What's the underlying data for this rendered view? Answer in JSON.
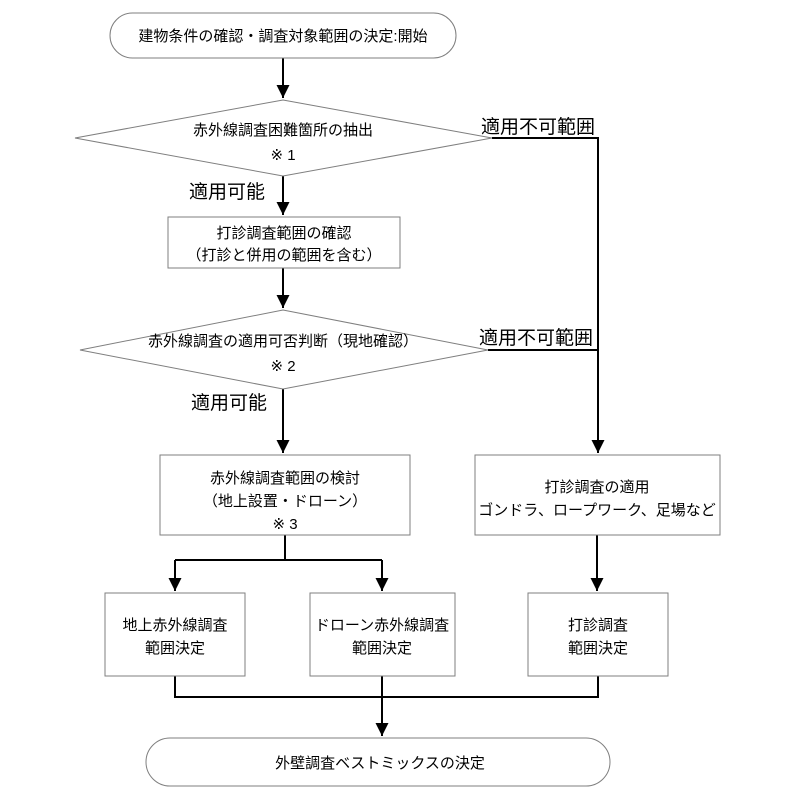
{
  "flowchart": {
    "nodes": {
      "start": {
        "text": "建物条件の確認・調査対象範囲の決定:開始"
      },
      "decision1": {
        "line1": "赤外線調査困難箇所の抽出",
        "note": "※ 1"
      },
      "process1": {
        "line1": "打診調査範囲の確認",
        "line2": "（打診と併用の範囲を含む）"
      },
      "decision2": {
        "line1": "赤外線調査の適用可否判断（現地確認）",
        "note": "※ 2"
      },
      "process2": {
        "line1": "赤外線調査範囲の検討",
        "line2": "（地上設置・ドローン）",
        "note": "※ 3"
      },
      "process3": {
        "line1": "打診調査の適用",
        "line2": "ゴンドラ、ロープワーク、足場など"
      },
      "result1": {
        "line1": "地上赤外線調査",
        "line2": "範囲決定"
      },
      "result2": {
        "line1": "ドローン赤外線調査",
        "line2": "範囲決定"
      },
      "result3": {
        "line1": "打診調査",
        "line2": "範囲決定"
      },
      "end": {
        "text": "外壁調査ベストミックスの決定"
      }
    },
    "edge_labels": {
      "not_applicable1": "適用不可範囲",
      "not_applicable2": "適用不可範囲",
      "applicable1": "適用可能",
      "applicable2": "適用可能"
    },
    "colors": {
      "connector": "#000000",
      "node_border": "#7f7f7f",
      "node_fill": "#ffffff",
      "text": "#000000",
      "background": "#ffffff"
    }
  }
}
